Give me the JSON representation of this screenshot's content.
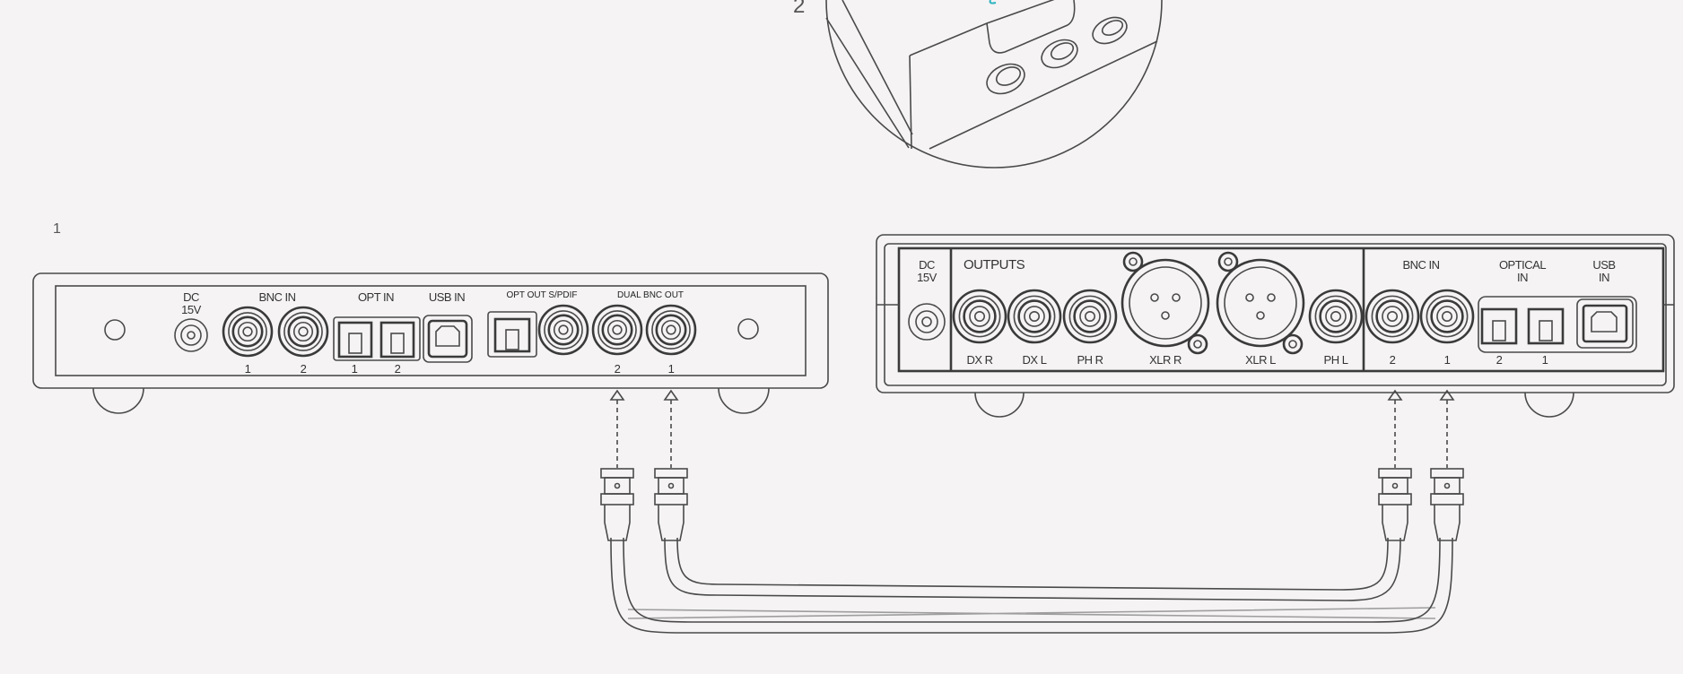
{
  "figure_numbers": {
    "top": "2",
    "bottom": "1"
  },
  "left_device": {
    "dc": [
      "DC",
      "15V"
    ],
    "bnc_in": "BNC IN",
    "opt_in": "OPT IN",
    "usb_in": "USB IN",
    "opt_out_spdif": "OPT OUT S/PDIF",
    "dual_bnc_out": "DUAL BNC OUT",
    "port_numbers": [
      "1",
      "2",
      "1",
      "2",
      "2",
      "1"
    ]
  },
  "right_device": {
    "dc": [
      "DC",
      "15V"
    ],
    "outputs": "OUTPUTS",
    "output_labels": [
      "DX R",
      "DX L",
      "PH R",
      "XLR R",
      "XLR L",
      "PH L"
    ],
    "bnc_in": "BNC IN",
    "bnc_numbers": [
      "2",
      "1"
    ],
    "optical_in": [
      "OPTICAL",
      "IN"
    ],
    "optical_numbers": [
      "2",
      "1"
    ],
    "usb_in": [
      "USB",
      "IN"
    ]
  },
  "colors": {
    "background": "#f5f3f4",
    "line": "#4a4a4a",
    "accent": "#2ab3c0"
  }
}
